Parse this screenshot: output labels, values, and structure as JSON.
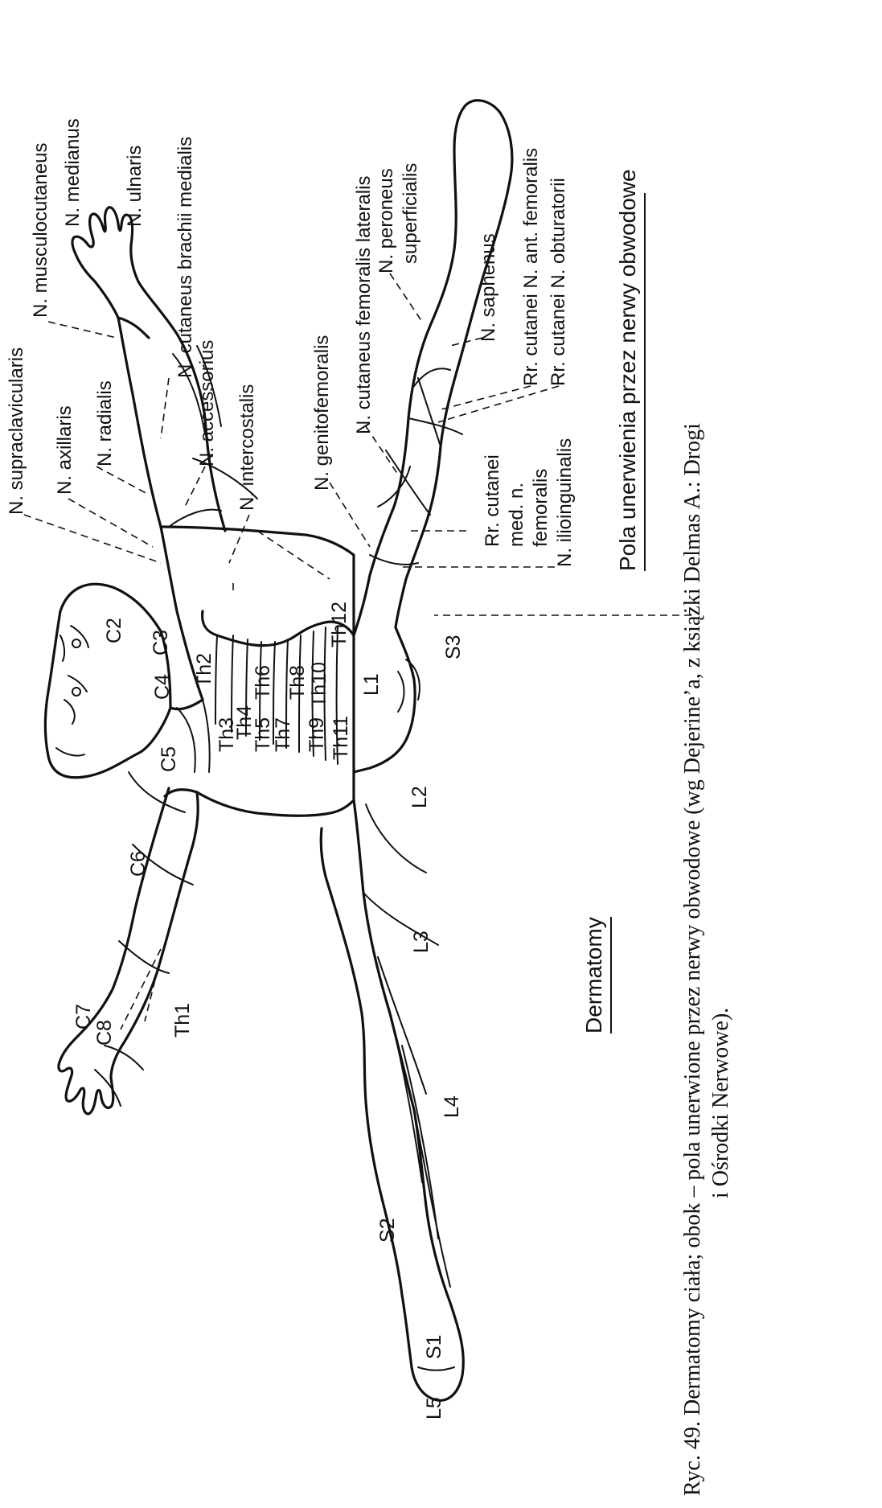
{
  "diagram": {
    "section_titles": {
      "left": "Dermatomy",
      "right": "Pola unerwienia przez nerwy obwodowe"
    },
    "dermatome_labels": [
      "C2",
      "C3",
      "C4",
      "C5",
      "C6",
      "C7",
      "C8",
      "Th1",
      "Th2",
      "Th3",
      "Th4",
      "Th5",
      "Th6",
      "Th7",
      "Th8",
      "Th9",
      "Th10",
      "Th11",
      "Th12",
      "L1",
      "L2",
      "L3",
      "L4",
      "L5",
      "S1",
      "S2",
      "S3"
    ],
    "nerve_labels": [
      "N. supraclavicularis",
      "N. musculocutaneus",
      "N. medianus",
      "N. ulnaris",
      "N. axillaris",
      "N. cutaneus brachii medialis",
      "N. radialis",
      "N. accessorius",
      "N. intercostalis",
      "N. genitofemoralis",
      "N. cutaneus femoralis lateralis",
      "N. peroneus",
      "superficialis",
      "N. saphenus",
      "Rr. cutanei  N. ant. femoralis",
      "Rr. cutanei  N. obturatorii",
      "Rr. cutanei",
      "med. n.",
      "femoralis",
      "N. ilioinguinalis"
    ],
    "caption": {
      "line1": "Ryc. 49. Dermatomy ciała; obok – pola unerwione przez nerwy obwodowe (wg Dejerine’a, z książki Delmas A.: Drogi",
      "line2": "i Ośrodki Nerwowe)."
    }
  }
}
